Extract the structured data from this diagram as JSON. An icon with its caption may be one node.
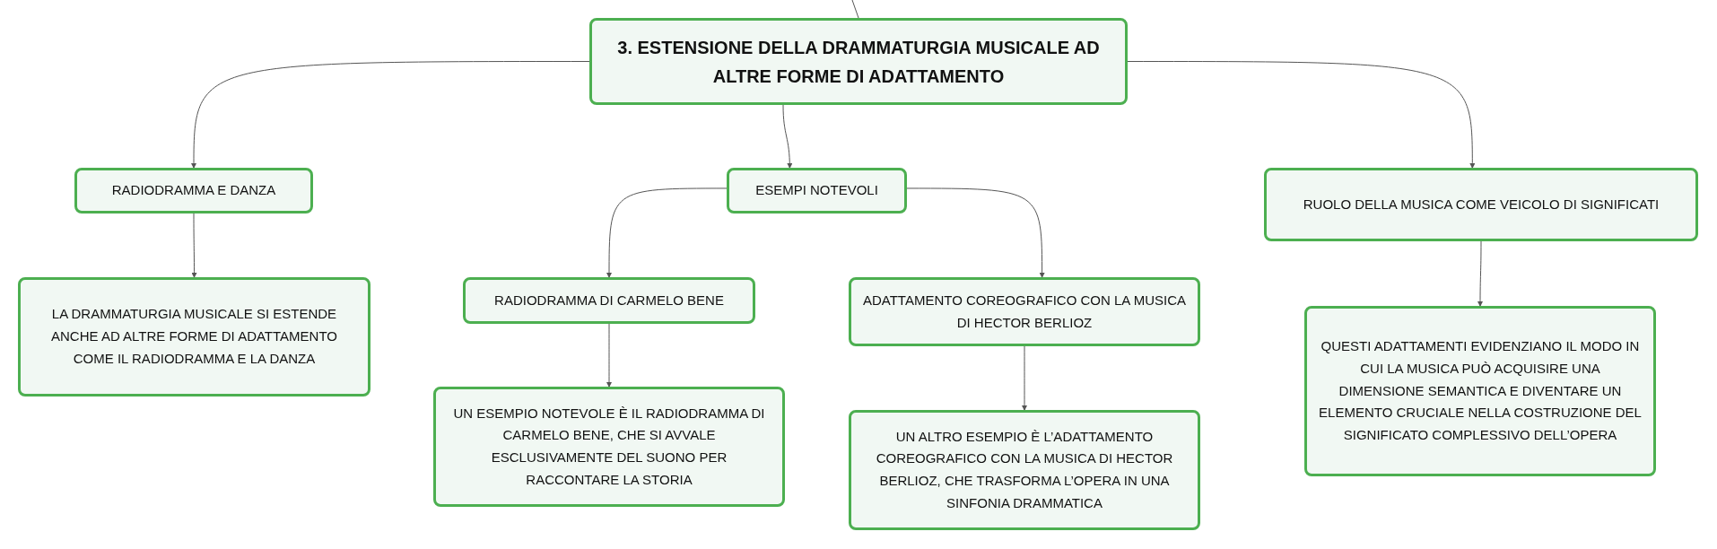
{
  "diagram": {
    "nodes": [
      {
        "text": [
          "3. ESTENSIONE DELLA DRAMMATURGIA MUSICALE AD ALTRE FORME DI ADATTAMENTO"
        ]
      },
      {
        "text": [
          "RADIODRAMMA E DANZA"
        ]
      },
      {
        "text": [
          "ESEMPI NOTEVOLI"
        ]
      },
      {
        "text": [
          "RUOLO DELLA MUSICA COME VEICOLO DI SIGNIFICATI"
        ]
      },
      {
        "text": [
          "LA DRAMMATURGIA MUSICALE SI ESTENDE ANCHE AD ALTRE FORME DI ADATTAMENTO COME IL RADIODRAMMA E LA DANZA"
        ]
      },
      {
        "text": [
          "RADIODRAMMA DI CARMELO BENE"
        ]
      },
      {
        "text": [
          "ADATTAMENTO COREOGRAFICO CON LA MUSICA DI HECTOR BERLIOZ"
        ]
      },
      {
        "text": [
          "UN ESEMPIO NOTEVOLE È IL RADIODRAMMA DI CARMELO BENE, CHE SI AVVALE ESCLUSIVAMENTE DEL SUONO PER RACCONTARE LA STORIA"
        ]
      },
      {
        "text": [
          "UN ALTRO ESEMPIO È L’ADATTAMENTO COREOGRAFICO CON LA MUSICA DI HECTOR BERLIOZ, CHE TRASFORMA L’OPERA IN UNA SINFONIA DRAMMATICA"
        ]
      },
      {
        "text": [
          "QUESTI ADATTAMENTI EVIDENZIANO IL MODO IN CUI LA MUSICA PUÒ ACQUISIRE UNA DIMENSIONE SEMANTICA E DIVENTARE UN ELEMENTO CRUCIALE NELLA COSTRUZIONE DEL SIGNIFICATO COMPLESSIVO DELL’OPERA"
        ]
      }
    ],
    "edges": [
      {
        "from": null,
        "to": 0,
        "arrow": "none"
      },
      {
        "from": 0,
        "to": 1,
        "arrow": "to"
      },
      {
        "from": 0,
        "to": 2,
        "arrow": "to"
      },
      {
        "from": 0,
        "to": 3,
        "arrow": "to"
      },
      {
        "from": 1,
        "to": 4,
        "arrow": "to"
      },
      {
        "from": 2,
        "to": 5,
        "arrow": "to"
      },
      {
        "from": 2,
        "to": 6,
        "arrow": "to"
      },
      {
        "from": 5,
        "to": 7,
        "arrow": "to"
      },
      {
        "from": 6,
        "to": 8,
        "arrow": "to"
      },
      {
        "from": 3,
        "to": 9,
        "arrow": "to"
      }
    ]
  }
}
